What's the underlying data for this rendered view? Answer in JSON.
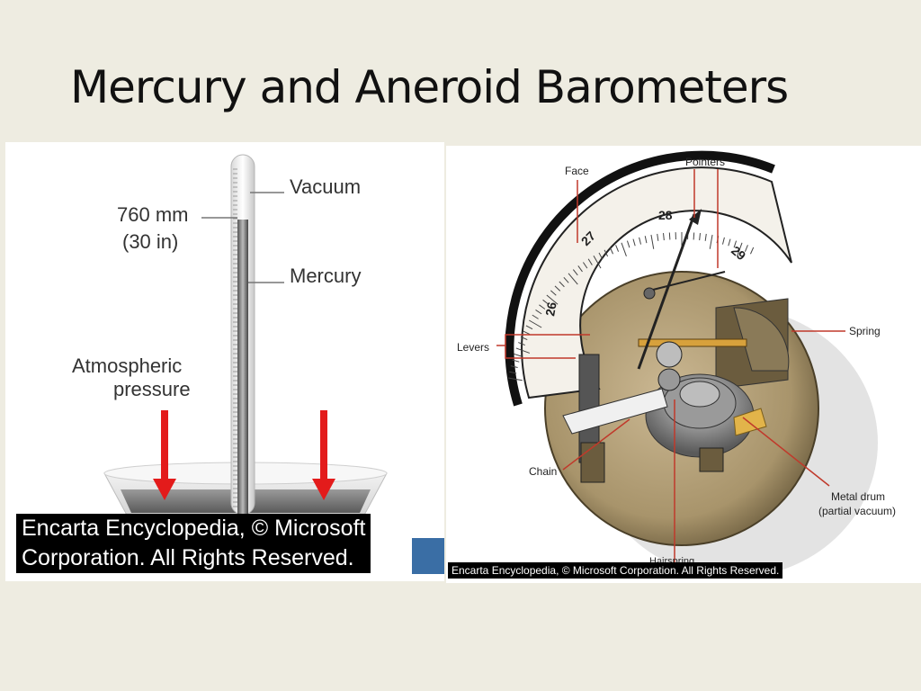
{
  "slide": {
    "title": "Mercury and Aneroid Barometers"
  },
  "mercury": {
    "label_height": "760 mm",
    "label_height_in": "(30 in)",
    "label_vacuum": "Vacuum",
    "label_mercury": "Mercury",
    "label_atm_1": "Atmospheric",
    "label_atm_2": "pressure",
    "caption": "Encarta Encyclopedia, © Microsoft\nCorporation. All Rights Reserved."
  },
  "aneroid": {
    "label_face": "Face",
    "label_pointers": "Pointers",
    "label_spring": "Spring",
    "label_levers": "Levers",
    "label_chain": "Chain",
    "label_drum_1": "Metal drum",
    "label_drum_2": "(partial vacuum)",
    "label_hairspring": "Hairspring",
    "scale_26": "26",
    "scale_27": "27",
    "scale_28": "28",
    "scale_29": "29",
    "caption": "Encarta Encyclopedia, © Microsoft Corporation. All Rights Reserved."
  },
  "colors": {
    "background": "#eeece1",
    "arrow_red": "#e31b1b",
    "brass": "#8b7a55",
    "label_line": "#c0392b"
  }
}
